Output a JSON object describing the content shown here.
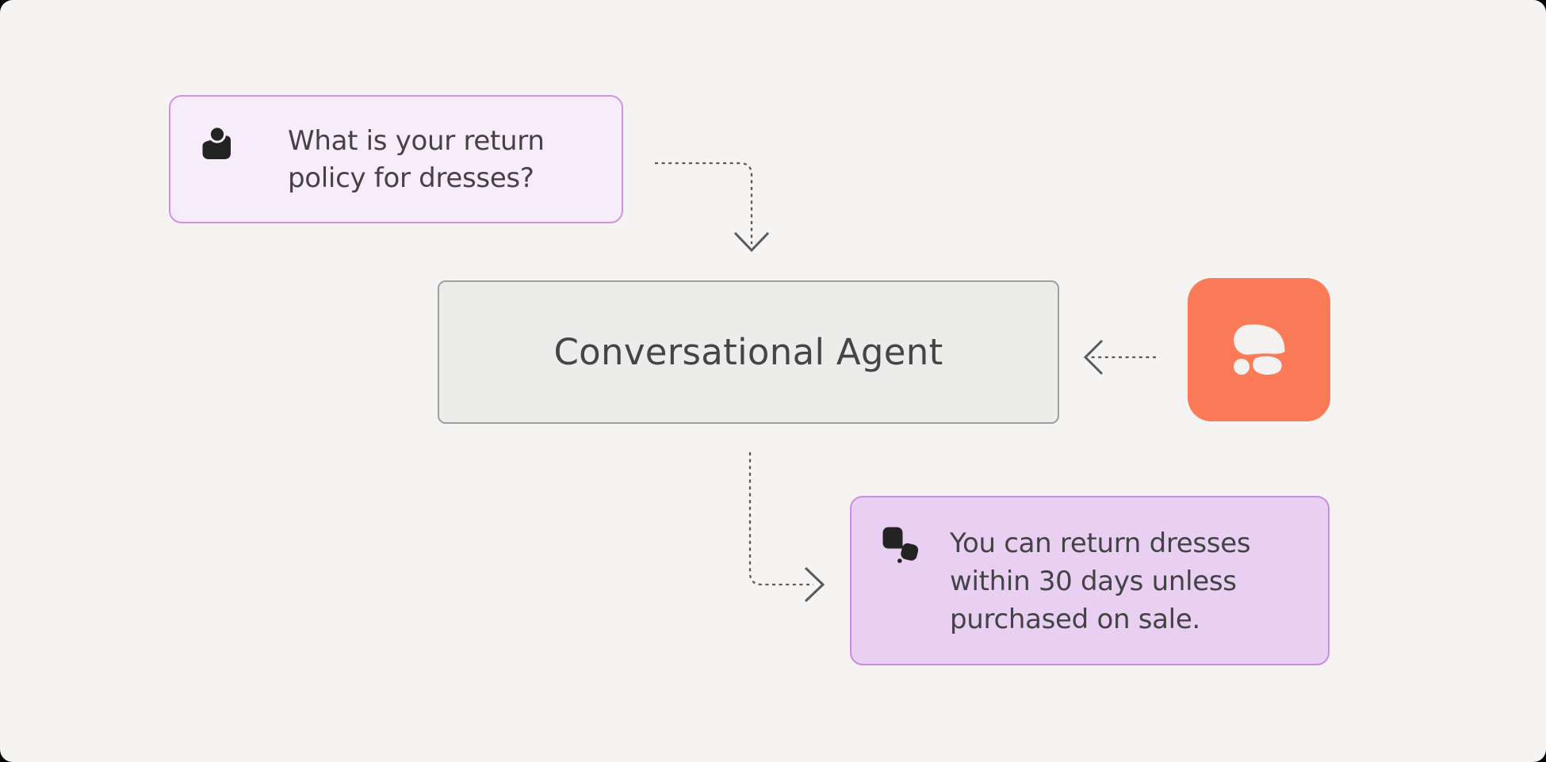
{
  "page": {
    "background": "#f5f4f2",
    "outside_corners": "#050505"
  },
  "user_message": {
    "icon": "person-icon",
    "text": "What is your return policy for dresses?"
  },
  "agent": {
    "label": "Conversational Agent"
  },
  "brand_tile": {
    "icon": "zowie-blob-logo",
    "color": "#fb7a58"
  },
  "bot_message": {
    "icon": "chat-bubbles-icon",
    "text": "You can return dresses within 30 days unless purchased on sale."
  },
  "arrows": {
    "style": "dashed",
    "color": "#59595b",
    "connections": [
      "user-message-to-agent",
      "brand-tile-to-agent",
      "agent-to-bot-message"
    ]
  },
  "colors": {
    "user_box_bg": "#f7ecf9",
    "user_box_border": "#cf92e2",
    "bot_box_bg": "#e9d0f2",
    "bot_box_border": "#cc8ce0",
    "agent_box_bg": "#ececeb",
    "agent_box_border": "#9f9fa0",
    "arrow": "#59595b",
    "text": "#434346",
    "icon_ink": "#232323",
    "logo_ink": "#f3f2f0"
  }
}
